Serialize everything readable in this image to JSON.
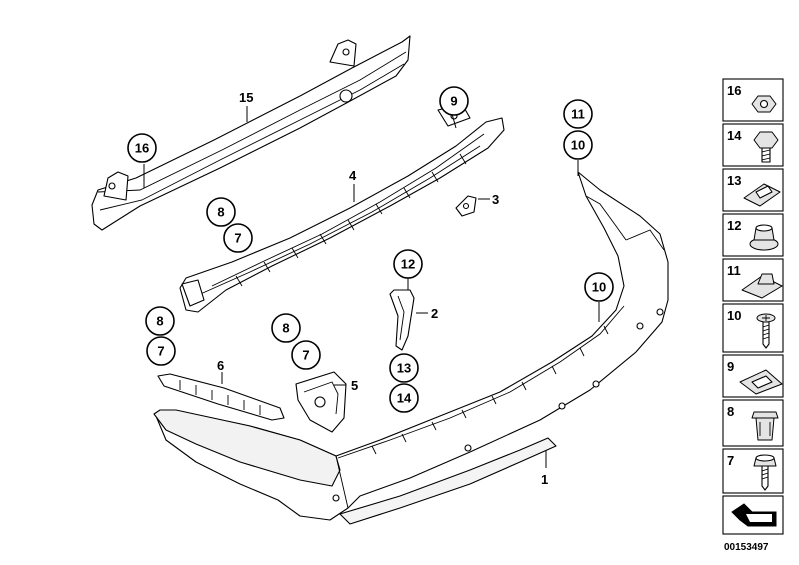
{
  "callouts": {
    "c15": "15",
    "c16": "16",
    "c9": "9",
    "c4": "4",
    "c3": "3",
    "c8a": "8",
    "c7a": "7",
    "c11": "11",
    "c10a": "10",
    "c12": "12",
    "c2": "2",
    "c10b": "10",
    "c8b": "8",
    "c7b": "7",
    "c6": "6",
    "c8c": "8",
    "c7c": "7",
    "c5": "5",
    "c13": "13",
    "c14": "14",
    "c1": "1"
  },
  "legend": [
    {
      "number": "16",
      "icon": "hex-nut-icon"
    },
    {
      "number": "14",
      "icon": "hex-bolt-icon"
    },
    {
      "number": "13",
      "icon": "clip-nut-icon"
    },
    {
      "number": "12",
      "icon": "flange-nut-icon"
    },
    {
      "number": "11",
      "icon": "spring-nut-icon"
    },
    {
      "number": "10",
      "icon": "screw-icon"
    },
    {
      "number": "9",
      "icon": "clamp-icon"
    },
    {
      "number": "8",
      "icon": "expanding-rivet-icon"
    },
    {
      "number": "7",
      "icon": "fillister-screw-icon"
    }
  ],
  "diagram_code": "00153497"
}
